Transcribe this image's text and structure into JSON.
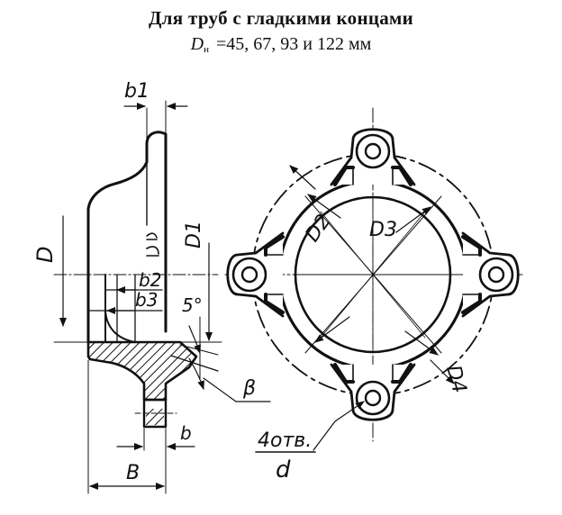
{
  "title": "Для труб с гладкими концами",
  "subtitle": {
    "symbol": "D",
    "subscript": "н",
    "text": " =45, 67, 93 и 122 мм"
  },
  "labels": {
    "b1": "b1",
    "D": "D",
    "D1": "D1",
    "b2": "b2",
    "b3": "b3",
    "five_deg": "5°",
    "beta": "β",
    "b": "b",
    "B": "B",
    "D2": "D2",
    "D3": "D3",
    "D4": "D4",
    "holes": "4отв.",
    "d": "d"
  }
}
